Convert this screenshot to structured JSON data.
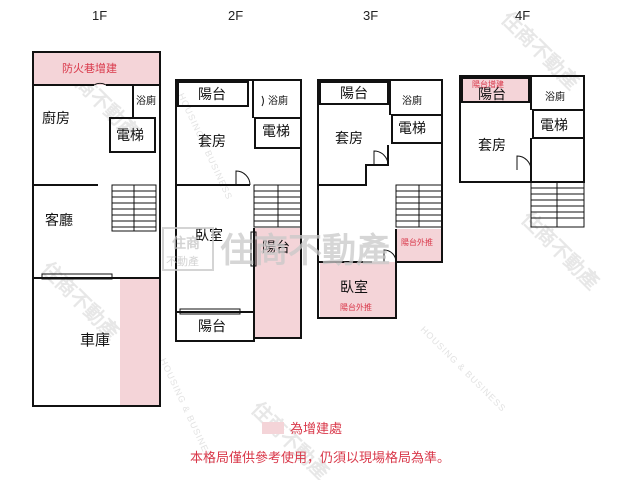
{
  "floors": {
    "f1": {
      "label": "1F",
      "rooms": {
        "ext": "防火巷增建",
        "bath": "浴廁",
        "kitchen": "廚房",
        "elevator": "電梯",
        "living": "客廳",
        "garage": "車庫"
      }
    },
    "f2": {
      "label": "2F",
      "rooms": {
        "balcony_top": "陽台",
        "bath": "浴廁",
        "suite": "套房",
        "elevator": "電梯",
        "bedroom": "臥室",
        "balcony_side": "陽台",
        "balcony_bottom": "陽台"
      }
    },
    "f3": {
      "label": "3F",
      "rooms": {
        "balcony": "陽台",
        "bath": "浴廁",
        "suite": "套房",
        "elevator": "電梯",
        "balcony_ext_note": "陽台外推",
        "bedroom": "臥室",
        "balcony_ext_note2": "陽台外推"
      }
    },
    "f4": {
      "label": "4F",
      "rooms": {
        "balcony_note": "陽台增建",
        "balcony": "陽台",
        "bath": "浴廁",
        "suite": "套房",
        "elevator": "電梯"
      }
    }
  },
  "watermark": {
    "logo_top": "住商",
    "logo_bottom": "不動產",
    "brand": "住商不動產",
    "tagline": "HOUSING & BUSINESS"
  },
  "legend": {
    "text": "為增建處",
    "color": "#f4d4d8"
  },
  "note": "本格局僅供參考使用，仍須以現場格局為準。",
  "colors": {
    "extension_fill": "#f4d4d8",
    "note_text": "#d9384a",
    "wall": "#111111"
  }
}
